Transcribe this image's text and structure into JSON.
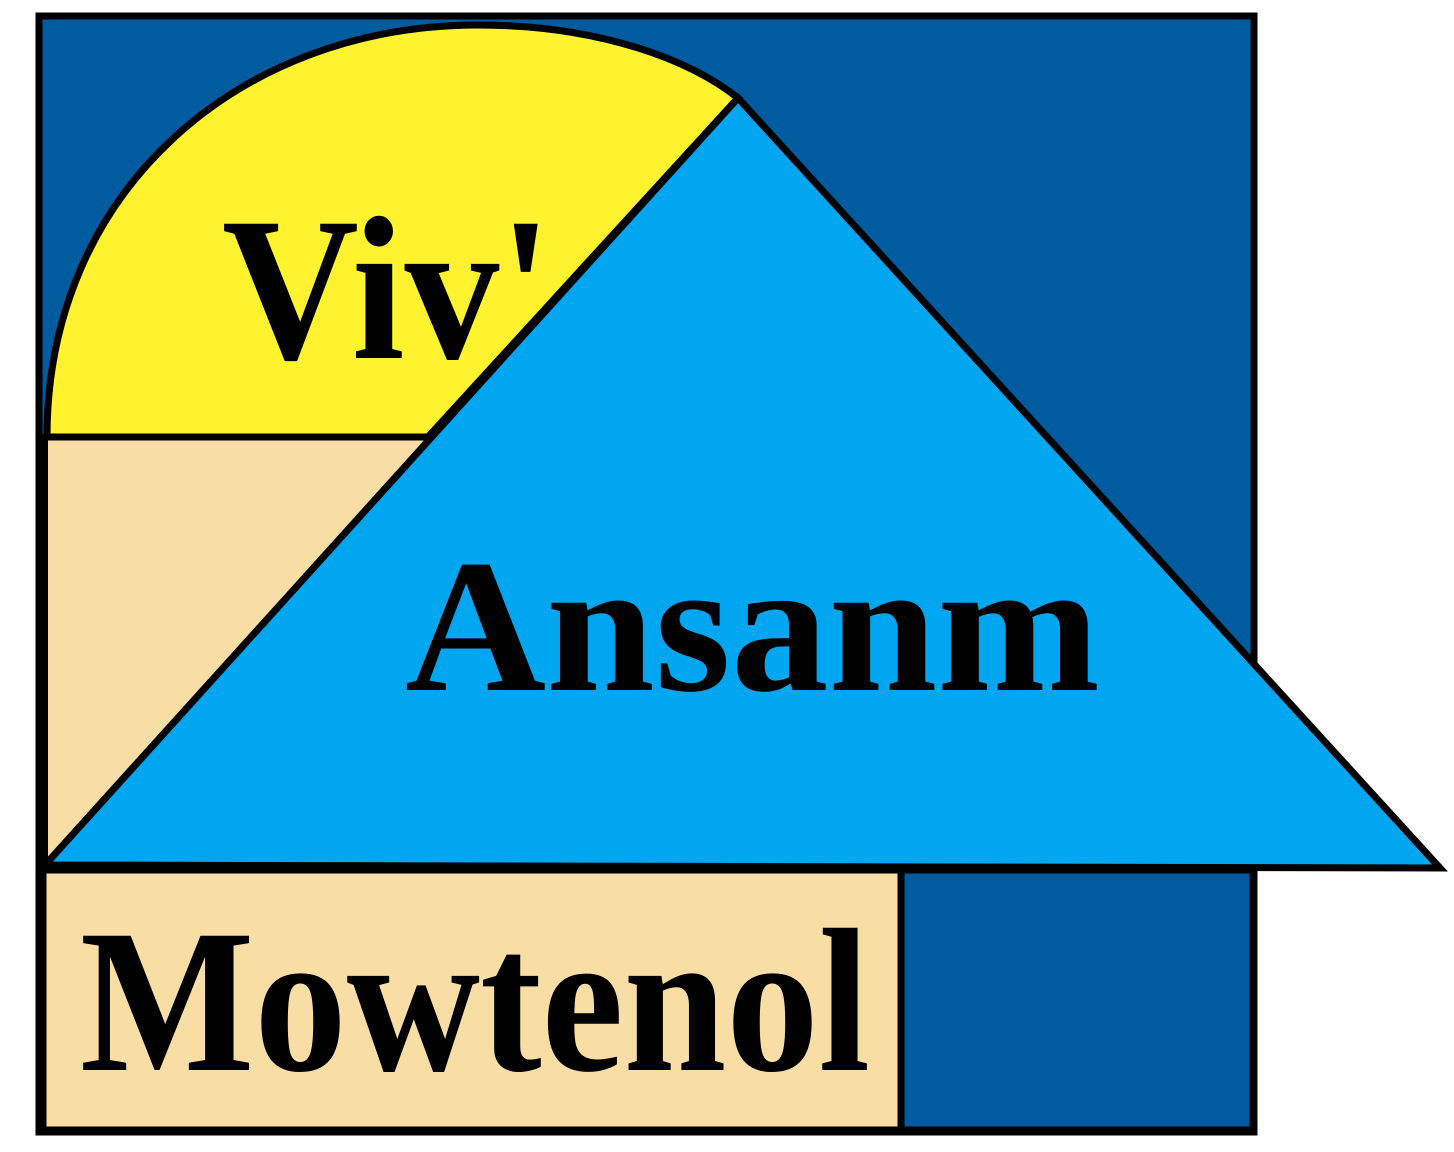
{
  "logo": {
    "top_text": "Viv'",
    "middle_text": "Ansanm",
    "bottom_text": "Mowtenol",
    "colors": {
      "dark_blue": "#005B9F",
      "yellow": "#FFF22E",
      "beige": "#F8DEA4",
      "light_blue": "#00A6EF",
      "outline": "#000000"
    }
  }
}
